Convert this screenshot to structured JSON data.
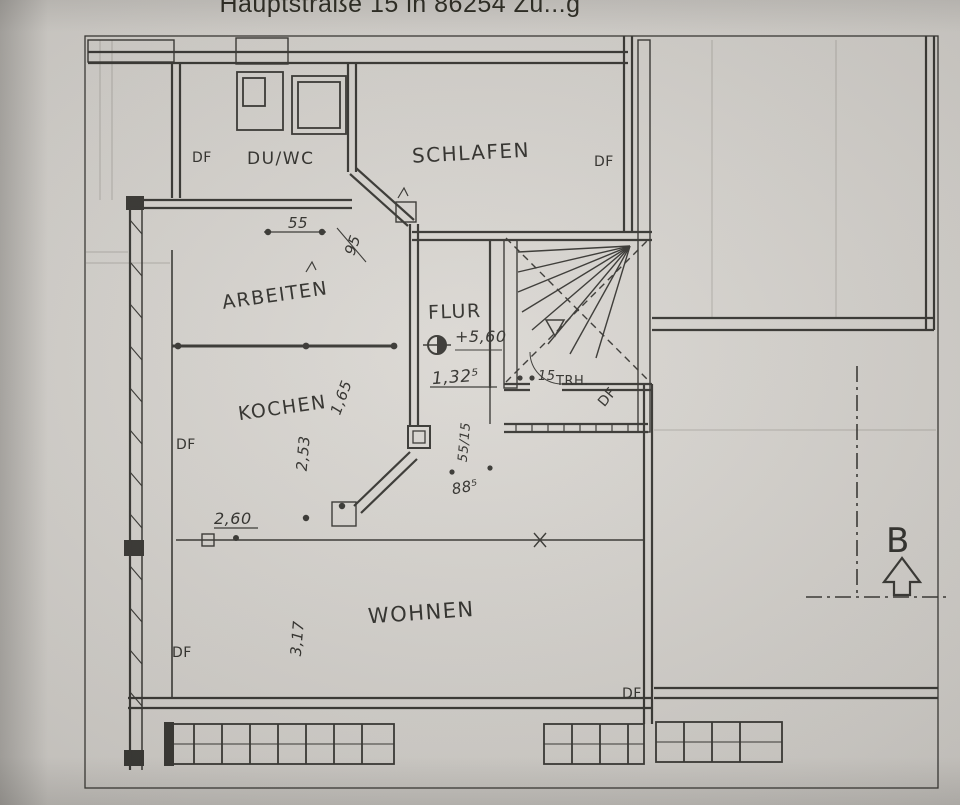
{
  "header": {
    "address": "Hauptstraße 15 in 86254 Zu...g"
  },
  "rooms": {
    "du_wc": "DU/WC",
    "schlafen": "SCHLAFEN",
    "arbeiten": "ARBEITEN",
    "flur": "FLUR",
    "kochen": "KOCHEN",
    "wohnen": "WOHNEN",
    "trh": "TRH."
  },
  "dimensions": {
    "d55": "55",
    "d95": "95",
    "level": "+5,60",
    "d132_5": "1,32⁵",
    "d15": "15",
    "d55_15": "55/15",
    "d88_5": "88⁵",
    "d165": "1,65",
    "d253": "2,53",
    "d260": "2,60",
    "d317": "3,17"
  },
  "marks": {
    "roof_window": "DF",
    "section": "B"
  },
  "colors": {
    "ink": "#32312d",
    "paper": "#d3d0cb"
  }
}
